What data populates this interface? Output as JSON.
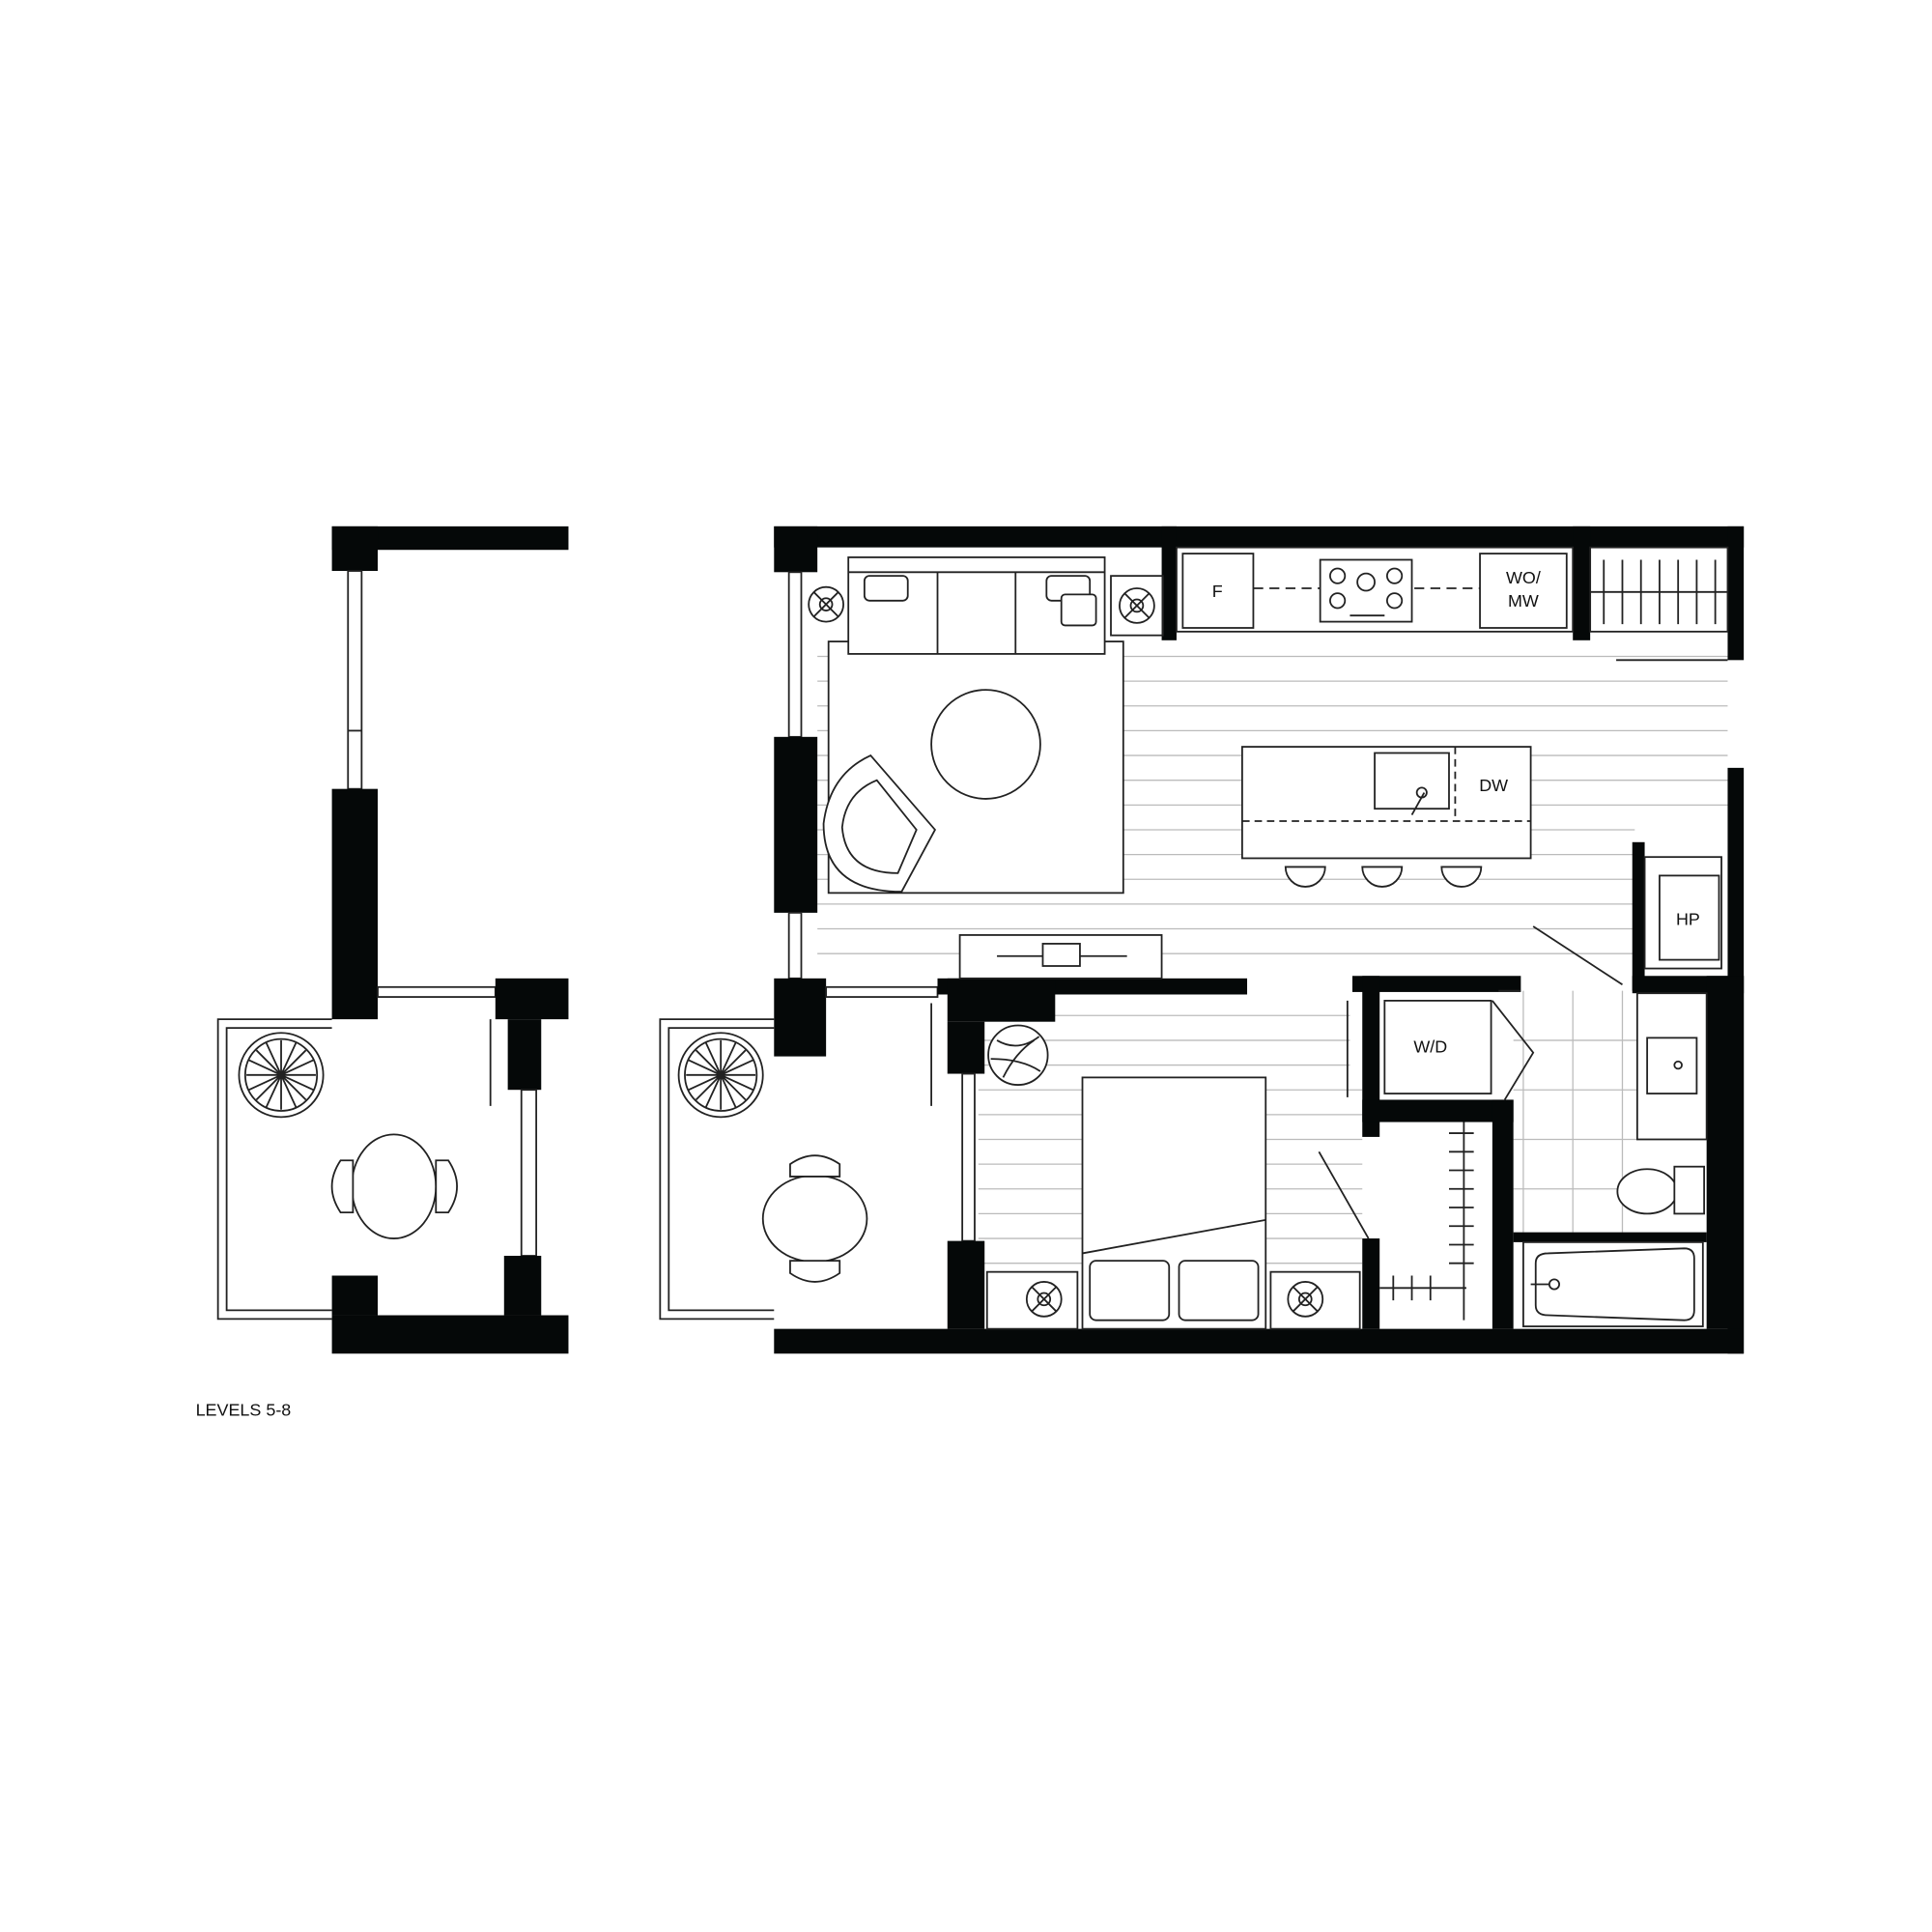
{
  "plan": {
    "caption": "LEVELS 5-8",
    "labels": {
      "fridge": "F",
      "oven_microwave_line1": "WO/",
      "oven_microwave_line2": "MW",
      "dishwasher": "DW",
      "heat_pump": "HP",
      "washer_dryer": "W/D"
    },
    "colors": {
      "wall": "#050808",
      "line": "#222222",
      "floor_lines": "#bbbbbb"
    }
  }
}
